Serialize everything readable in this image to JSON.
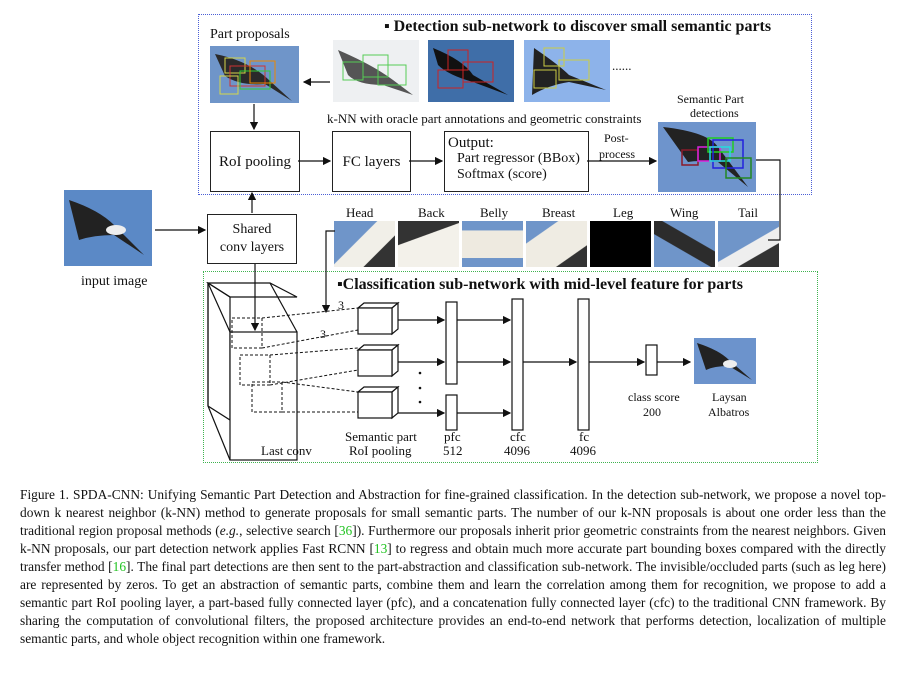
{
  "detection": {
    "title": "▪ Detection sub-network to discover small semantic parts",
    "part_proposals_label": "Part proposals",
    "ellipsis": "......",
    "knn_caption": "k-NN with oracle part annotations and geometric constraints",
    "semantic_part_label_1": "Semantic Part",
    "semantic_part_label_2": "detections",
    "roi_pooling": "RoI pooling",
    "fc_layers": "FC layers",
    "output_title": "Output:",
    "output_line1": "Part regressor (BBox)",
    "output_line2": "Softmax (score)",
    "post_process_1": "Post-",
    "post_process_2": "process"
  },
  "input": {
    "label": "input image",
    "shared_conv_1": "Shared",
    "shared_conv_2": "conv layers"
  },
  "parts": [
    "Head",
    "Back",
    "Belly",
    "Breast",
    "Leg",
    "Wing",
    "Tail"
  ],
  "classification": {
    "title": "▪Classification sub-network with mid-level feature for parts",
    "last_conv": "Last conv",
    "dim3a": "3",
    "dim3b": "3",
    "sem_part_1": "Semantic part",
    "sem_part_2": "RoI pooling",
    "pfc": "pfc",
    "pfc_dim": "512",
    "cfc": "cfc",
    "cfc_dim": "4096",
    "fc": "fc",
    "fc_dim": "4096",
    "class_score": "class score",
    "class_dim": "200",
    "result_1": "Laysan",
    "result_2": "Albatros"
  },
  "caption": {
    "prefix": "Figure 1. SPDA-CNN: Unifying Semantic Part Detection and Abstraction for fine-grained classification. In the detection sub-network, we propose a novel top-down k nearest neighbor (k-NN) method to generate proposals for small semantic parts. The number of our k-NN proposals is about one order less than the traditional region proposal methods (",
    "eg": "e.g.",
    "t1": ", selective search [",
    "c1": "36",
    "t2": "]). Furthermore our proposals inherit prior geometric constraints from the nearest neighbors. Given k-NN proposals, our part detection network applies Fast RCNN [",
    "c2": "13",
    "t3": "] to regress and obtain much more accurate part bounding boxes compared with the directly transfer method [",
    "c3": "16",
    "t4": "]. The final part detections are then sent to the part-abstraction and classification sub-network. The invisible/occluded parts (such as leg here) are represented by zeros. To get an abstraction of semantic parts, combine them and learn the correlation among them for recognition, we propose to add a semantic part RoI pooling layer, a part-based fully connected layer (pfc), and a concatenation fully connected layer (cfc) to the traditional CNN framework. By sharing the computation of convolutional filters, the proposed architecture provides an end-to-end network that performs detection, localization of multiple semantic parts, and whole object recognition within one framework."
  },
  "colors": {
    "detection_border": "#4b5fd6",
    "classification_border": "#3fb34f",
    "citation": "#22c322"
  }
}
